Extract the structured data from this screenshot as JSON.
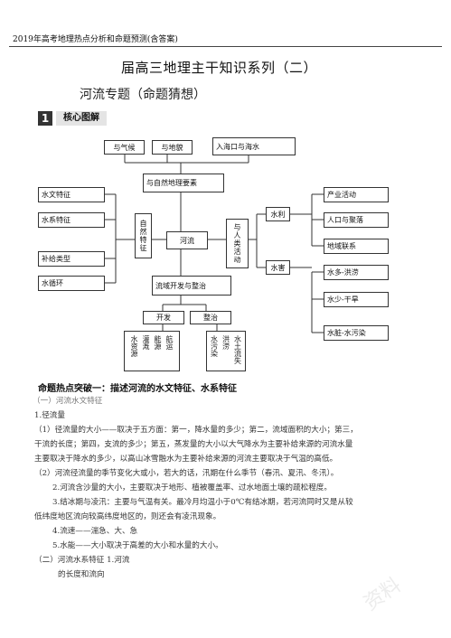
{
  "header": {
    "doc_title": "2019年高考地理热点分析和命题预测(含答案)"
  },
  "title": "届高三地理主干知识系列（二）",
  "subtitle": "河流专题（命题猜想）",
  "section": {
    "number": "1",
    "label": "核心图解"
  },
  "diagram": {
    "top": [
      "与气候",
      "与地貌",
      "入海口与海水"
    ],
    "natural": "与自然地理要素",
    "left": [
      "水文特征",
      "水系特征",
      "补给类型",
      "水循环"
    ],
    "features": "自然特征",
    "river": "河流",
    "human": "与人类活动",
    "water_use": "水利",
    "water_hazard": "水害",
    "right": [
      "产业活动",
      "人口与聚落",
      "地域联系",
      "水多-洪涝",
      "水少-干旱",
      "水脏-水污染"
    ],
    "basin": "流域开发与整治",
    "develop": "开发",
    "govern": "整治",
    "develop_items": [
      "航运",
      "能源",
      "灌溉",
      "水资源"
    ],
    "govern_items": [
      "水土流失",
      "洪涝",
      "水污染"
    ]
  },
  "body": {
    "hot1": "命题热点突破一：描述河流的水文特征、水系特征",
    "h1": "（一）河流水文特征",
    "p1": "1.径流量",
    "p2": "（1）径流量的大小——取决于五方面：第一，降水量的多少；第二，流域面积的大小；第三，",
    "p3": "干流的长度；第四，支流的多少；第五，蒸发量的大小以大气降水为主要补给来源的河流水量",
    "p4": "主要取决于降水的多少，以高山冰雪融水为主要补给来源的河流主要取决于气温的高低。",
    "p5": "（2）河流径流量的季节变化大或小，若大的话，汛期在什么季节（春汛、夏汛、冬汛）。",
    "p6": "2.河流含沙量的大小，主要取决于地形、植被覆盖率、过水地面土壤的疏松程度。",
    "p7": "3.结冰期与凌汛：主要与气温有关。最冷月均温小于0℃有结冰期，若河流同时又是从较",
    "p8": "低纬度地区流向较高纬度地区的，则还会有凌汛现象。",
    "p9": "4.流速——湍急、大、急",
    "p10": "5.水能——大小取决于高差的大小和水量的大小。",
    "p11": "（二）河流水系特征  1.河流",
    "p12": "的长度和流向"
  },
  "watermark": "资料"
}
